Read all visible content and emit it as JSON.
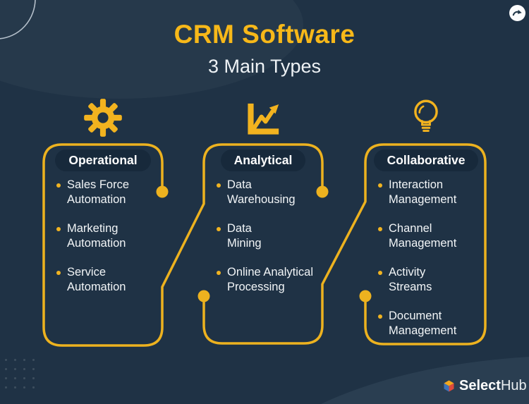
{
  "header": {
    "title": "CRM Software",
    "subtitle": "3 Main Types"
  },
  "columns": [
    {
      "label": "Operational",
      "icon": "gear-icon",
      "items": [
        "Sales Force\nAutomation",
        "Marketing\nAutomation",
        "Service\nAutomation"
      ]
    },
    {
      "label": "Analytical",
      "icon": "growth-chart-icon",
      "items": [
        "Data\nWarehousing",
        "Data\nMining",
        "Online Analytical\nProcessing"
      ]
    },
    {
      "label": "Collaborative",
      "icon": "lightbulb-icon",
      "items": [
        "Interaction\nManagement",
        "Channel\nManagement",
        "Activity\nStreams",
        "Document\nManagement"
      ]
    }
  ],
  "footer": {
    "brand_bold": "Select",
    "brand_light": "Hub"
  },
  "colors": {
    "background": "#1F3245",
    "accent": "#F0B321",
    "title_gold": "#F7B819",
    "pill_bg": "#17293B",
    "text": "#F2F5F7",
    "footer_wave": "#2A3E51"
  }
}
